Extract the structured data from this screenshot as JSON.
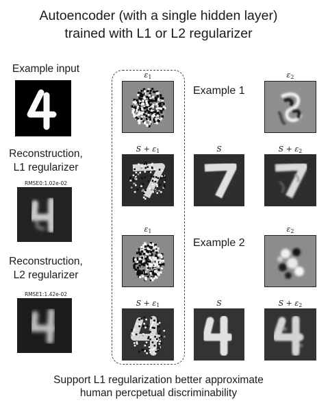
{
  "title": {
    "line1": "Autoencoder (with a single hidden layer)",
    "line2": "trained with L1 or L2 regularizer"
  },
  "left": {
    "example_input_label": "Example input",
    "recon_l1_line1": "Reconstruction,",
    "recon_l1_line2": "L1 regularizer",
    "rmse_l1": "RMSE0:1.02e-02",
    "recon_l2_line1": "Reconstruction,",
    "recon_l2_line2": "L2 regularizer",
    "rmse_l2": "RMSE1:1.42e-02"
  },
  "examples": [
    {
      "label": "Example 1",
      "eps1_sym": "ε",
      "eps1_sub": "1",
      "eps2_sym": "ε",
      "eps2_sub": "2",
      "s_plus_eps1": "S + ε",
      "s_plus_eps1_sub": "1",
      "s": "S",
      "s_plus_eps2": "S + ε",
      "s_plus_eps2_sub": "2"
    },
    {
      "label": "Example 2",
      "eps1_sym": "ε",
      "eps1_sub": "1",
      "eps2_sym": "ε",
      "eps2_sub": "2",
      "s_plus_eps1": "S + ε",
      "s_plus_eps1_sub": "1",
      "s": "S",
      "s_plus_eps2": "S + ε",
      "s_plus_eps2_sub": "2"
    }
  ],
  "caption": {
    "line1": "Support L1 regularization better approximate",
    "line2": "human percpetual discriminability"
  },
  "colors": {
    "digit_bg": "#1e1e1e",
    "noise_bg": "#8a8a8a",
    "stroke": "#e6e6e6"
  }
}
